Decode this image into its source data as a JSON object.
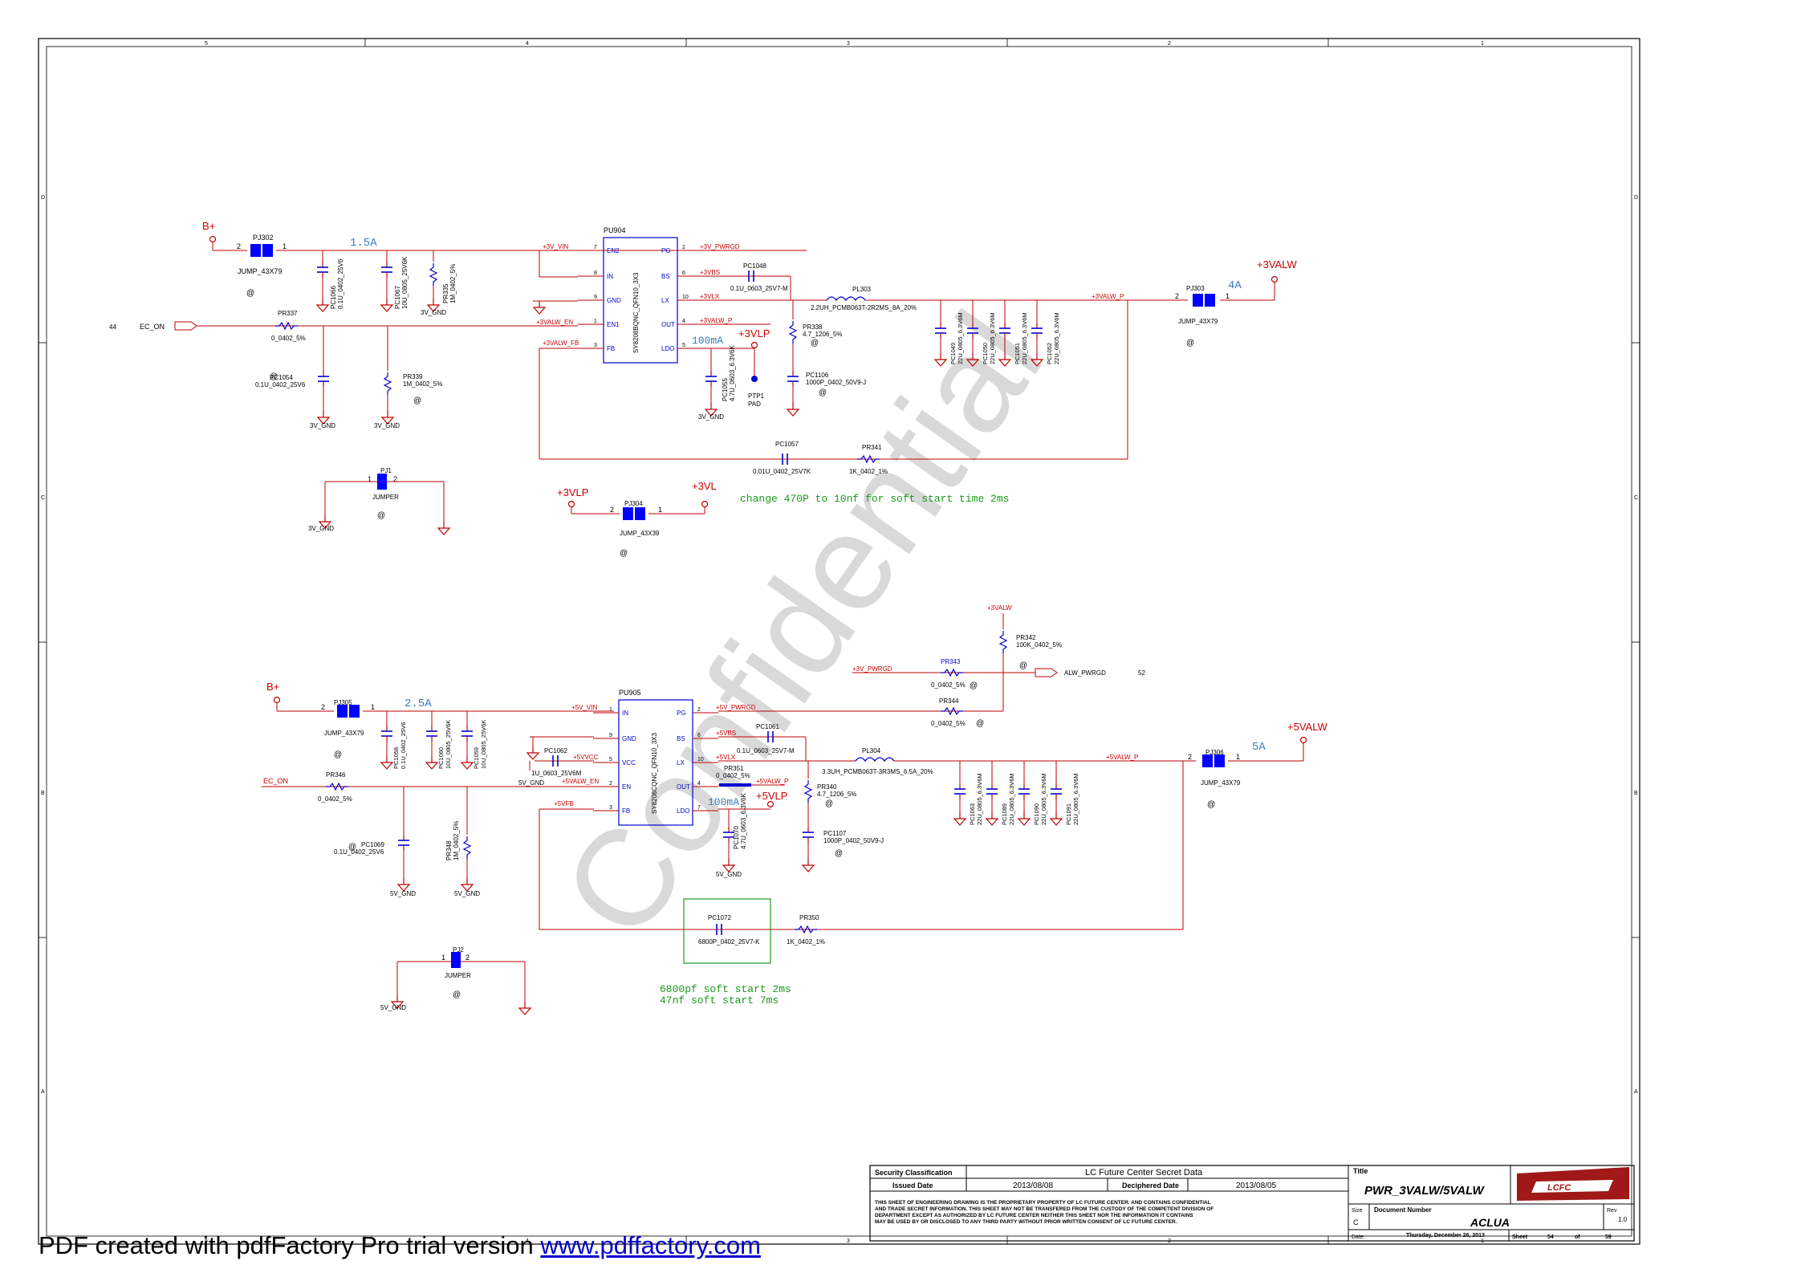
{
  "sheet": {
    "col_labels": [
      "5",
      "4",
      "3",
      "2",
      "1"
    ],
    "row_labels": [
      "D",
      "C",
      "B",
      "A"
    ]
  },
  "colors": {
    "wire": "#c00000",
    "net_label": "#cc0000",
    "part": "#0000d0",
    "jumper_fill": "#0000ff",
    "comment": "#1a9a1a",
    "text": "#000000",
    "watermark": "#d9d9d9"
  },
  "watermark": "Confidential",
  "top_circuit": {
    "bplus": "B+",
    "pj302": {
      "ref": "PJ302",
      "val": "JUMP_43X79",
      "p1": "1",
      "p2": "2"
    },
    "current": "1.5A",
    "pc1066": {
      "ref": "PC1066",
      "val": "0.1U_0402_25V6"
    },
    "pc1067": {
      "ref": "PC1067",
      "val": "10U_0805_25V6K"
    },
    "pr335": {
      "ref": "PR335",
      "val": "1M_0402_5%"
    },
    "gnd": "3V_GND",
    "pu904": {
      "ref": "PU904",
      "part": "SY8208BQNC_QFN10_3X3",
      "pins_left": [
        "EN2",
        "IN",
        "GND",
        "EN1",
        "FB"
      ],
      "pins_right": [
        "PG",
        "BS",
        "LX",
        "OUT",
        "LDO"
      ],
      "num_left": [
        "7",
        "8",
        "9",
        "1",
        "3"
      ],
      "num_right": [
        "2",
        "6",
        "10",
        "4",
        "5"
      ]
    },
    "nets": {
      "vin": "+3V_VIN",
      "en": "+3VALW_EN",
      "fb": "+3VALW_FB",
      "pwrgd": "+3V_PWRGD",
      "vbs": "+3VBS",
      "vlx": "+3VLX",
      "valwp": "+3VALW_P",
      "valw_p_out": "+3VALW_P"
    },
    "ec_on": {
      "net": "EC_ON",
      "pin": "44"
    },
    "pr337": {
      "ref": "PR337",
      "val": "0_0402_5%"
    },
    "pc1054": {
      "ref": "PC1054",
      "val": "0.1U_0402_25V6"
    },
    "pr339": {
      "ref": "PR339",
      "val": "1M_0402_5%"
    },
    "pc1048": {
      "ref": "PC1048",
      "val": "0.1U_0603_25V7-M"
    },
    "pl303": {
      "ref": "PL303",
      "val": "2.2UH_PCMB063T-2R2MS_8A_20%"
    },
    "pr338": {
      "ref": "PR338",
      "val": "4.7_1206_5%"
    },
    "pc1106": {
      "ref": "PC1106",
      "val": "1000P_0402_50V9-J"
    },
    "pc1055": {
      "ref": "PC1055",
      "val": "4.7U_0603_6.3V6K"
    },
    "ldo_current": "100mA",
    "vlp": "+3VLP",
    "ptp1": {
      "ref": "PTP1",
      "val": "PAD"
    },
    "caps_out": [
      {
        "ref": "PC1049",
        "val": "22U_0805_6.3V6M"
      },
      {
        "ref": "PC1050",
        "val": "22U_0805_6.3V6M"
      },
      {
        "ref": "PC1051",
        "val": "22U_0805_6.3V6M"
      },
      {
        "ref": "PC1052",
        "val": "22U_0805_6.3V6M"
      }
    ],
    "pj303": {
      "ref": "PJ303",
      "val": "JUMP_43X79",
      "current": "4A"
    },
    "out_net": "+3VALW",
    "pc1057": {
      "ref": "PC1057",
      "val": "0.01U_0402_25V7K"
    },
    "pr341": {
      "ref": "PR341",
      "val": "1K_0402_1%"
    },
    "pj1": {
      "ref": "PJ1",
      "val": "JUMPER"
    },
    "pj304": {
      "ref": "PJ304",
      "val": "JUMP_43X39",
      "left": "+3VLP",
      "right": "+3VL"
    },
    "note": "change 470P to 10nf for soft start time 2ms"
  },
  "pgood": {
    "rail": "+3VALW",
    "pr342": {
      "ref": "PR342",
      "val": "100K_0402_5%"
    },
    "pr343": {
      "ref": "PR343",
      "val": "0_0402_5%",
      "net": "+3V_PWRGD"
    },
    "pr344": {
      "ref": "PR344",
      "val": "0_0402_5%"
    },
    "out": {
      "net": "ALW_PWRGD",
      "pin": "52"
    }
  },
  "bottom_circuit": {
    "bplus": "B+",
    "pj305": {
      "ref": "PJ305",
      "val": "JUMP_43X79"
    },
    "current": "2.5A",
    "pc1058": {
      "ref": "PC1058",
      "val": "0.1U_0402_25V6"
    },
    "pc1060": {
      "ref": "PC1060",
      "val": "10U_0805_25V6K"
    },
    "pc1059": {
      "ref": "PC1059",
      "val": "10U_0805_25V6K"
    },
    "pu905": {
      "ref": "PU905",
      "part": "SY8208CQNC_QFN10_3X3",
      "pins_left": [
        "IN",
        "GND",
        "VCC",
        "EN",
        "FB"
      ],
      "pins_right": [
        "PG",
        "BS",
        "LX",
        "OUT",
        "LDO"
      ],
      "num_left": [
        "1",
        "9",
        "5",
        "2",
        "3"
      ],
      "num_right": [
        "2",
        "6",
        "10",
        "4",
        "7"
      ]
    },
    "nets": {
      "vin": "+5V_VIN",
      "pwrgd": "+5V_PWRGD",
      "vbs": "+5VBS",
      "vlx": "+5VLX",
      "vvcc": "+5VVCC",
      "en": "+5VALW_EN",
      "fb": "+5VFB",
      "valwp": "+5VALW_P",
      "valw_p_out": "+5VALW_P"
    },
    "pc1062": {
      "ref": "PC1062",
      "val": "1U_0603_25V6M"
    },
    "pr346": {
      "ref": "PR346",
      "net": "EC_ON",
      "val": "0_0402_5%"
    },
    "gnd": "5V_GND",
    "pc1069": {
      "ref": "PC1069",
      "val": "0.1U_0402_25V6"
    },
    "pr348": {
      "ref": "PR348",
      "val": "1M_0402_5%"
    },
    "pc1061": {
      "ref": "PC1061",
      "val": "0.1U_0603_25V7-M"
    },
    "pr351": {
      "ref": "PR351",
      "val": "0_0402_5%"
    },
    "pl304": {
      "ref": "PL304",
      "val": "3.3UH_PCMB063T-3R3MS_6.5A_20%"
    },
    "pr340": {
      "ref": "PR340",
      "val": "4.7_1206_5%"
    },
    "pc1107": {
      "ref": "PC1107",
      "val": "1000P_0402_50V9-J"
    },
    "pc1070": {
      "ref": "PC1070",
      "val": "4.7U_0603_6.3V6K"
    },
    "ldo_current": "100mA",
    "vlp": "+5VLP",
    "caps_out": [
      {
        "ref": "PC1063",
        "val": "22U_0805_6.3V6M"
      },
      {
        "ref": "PC1089",
        "val": "22U_0805_6.3V6M"
      },
      {
        "ref": "PC1090",
        "val": "22U_0805_6.3V6M"
      },
      {
        "ref": "PC1091",
        "val": "22U_0805_6.3V6M"
      }
    ],
    "pj306": {
      "ref": "PJ306",
      "val": "JUMP_43X79",
      "current": "5A"
    },
    "out_net": "+5VALW",
    "pc1072": {
      "ref": "PC1072",
      "val": "6800P_0402_25V7-K"
    },
    "pr350": {
      "ref": "PR350",
      "val": "1K_0402_1%"
    },
    "pj2": {
      "ref": "PJ2",
      "val": "JUMPER"
    },
    "note_lines": [
      "6800pf soft start 2ms",
      "47nf soft start 7ms"
    ]
  },
  "title_block": {
    "security_label": "Security Classification",
    "secret": "LC Future Center Secret Data",
    "issued_label": "Issued Date",
    "issued": "2013/08/08",
    "deciphered_label": "Deciphered Date",
    "deciphered": "2013/08/05",
    "legal": [
      "THIS SHEET OF ENGINEERING DRAWING IS THE PROPRIETARY PROPERTY OF LC FUTURE CENTER. AND CONTAINS CONFIDENTIAL",
      "AND TRADE SECRET INFORMATION. THIS SHEET MAY NOT BE TRANSFERED FROM THE CUSTODY OF THE COMPETENT DIVISION OF",
      "DEPARTMENT EXCEPT AS AUTHORIZED BY LC FUTURE CENTER NEITHER THIS SHEET NOR THE INFORMATION IT CONTAINS",
      "MAY BE USED BY OR DISCLOSED TO ANY THIRD PARTY WITHOUT PRIOR WRITTEN CONSENT OF LC FUTURE CENTER."
    ],
    "title_label": "Title",
    "title": "PWR_3VALW/5VALW",
    "logo": "LCFC",
    "size_label": "Size",
    "size": "C",
    "docnum_label": "Document Number",
    "docnum": "ACLUA",
    "rev_label": "Rev",
    "rev": "1.0",
    "date_label": "Date:",
    "date": "Thursday, December 26, 2013",
    "sheet_label": "Sheet",
    "sheet": "54",
    "of_label": "of",
    "of": "59"
  },
  "footer": {
    "text": "PDF created with pdfFactory Pro trial version ",
    "link": "www.pdffactory.com"
  }
}
